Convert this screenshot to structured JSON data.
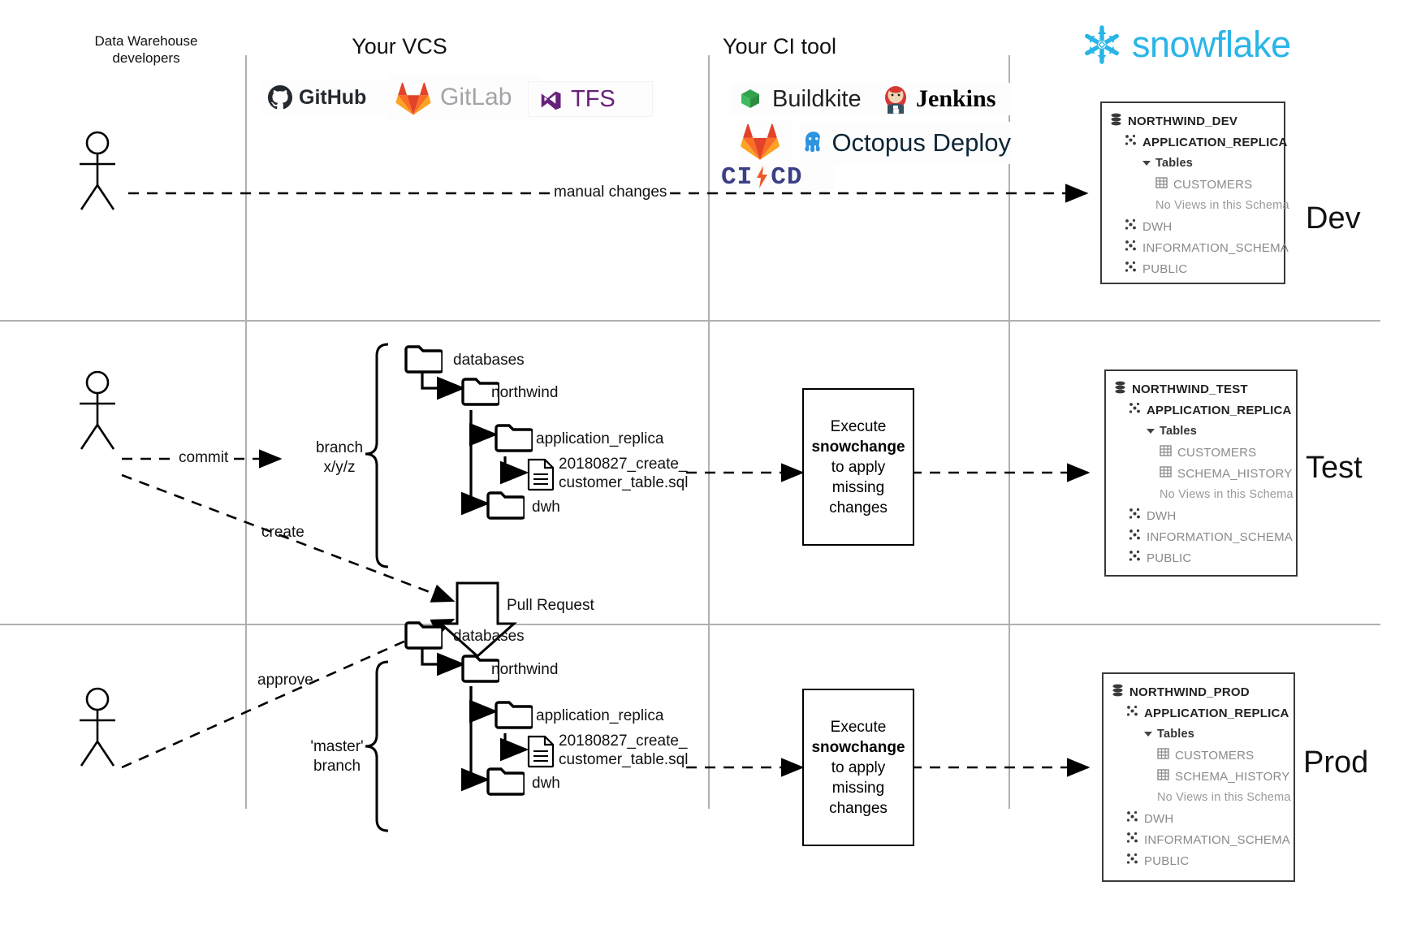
{
  "columns": {
    "developers": {
      "label_line1": "Data Warehouse",
      "label_line2": "developers"
    },
    "vcs": {
      "title": "Your VCS"
    },
    "ci": {
      "title": "Your CI tool"
    },
    "snowflake": {
      "title": "snowflake"
    }
  },
  "vcs_logos": [
    {
      "name": "github",
      "text": "GitHub"
    },
    {
      "name": "gitlab",
      "text": "GitLab"
    },
    {
      "name": "tfs",
      "text": "TFS"
    }
  ],
  "ci_logos": [
    {
      "name": "buildkite",
      "text": "Buildkite"
    },
    {
      "name": "jenkins",
      "text": "Jenkins"
    },
    {
      "name": "gitlab-ci",
      "text": ""
    },
    {
      "name": "octopus-deploy",
      "text": "Octopus Deploy"
    },
    {
      "name": "cicd",
      "text": "CI CD"
    }
  ],
  "environments": [
    {
      "name": "dev",
      "label": "Dev"
    },
    {
      "name": "test",
      "label": "Test"
    },
    {
      "name": "prod",
      "label": "Prod"
    }
  ],
  "edges": {
    "manual_changes": "manual changes",
    "commit": "commit",
    "create": "create",
    "approve": "approve",
    "pull_request": "Pull Request"
  },
  "branches": {
    "feature": {
      "line1": "branch",
      "line2": "x/y/z"
    },
    "master": {
      "line1": "'master'",
      "line2": "branch"
    }
  },
  "exec_box": {
    "line1": "Execute",
    "line2": "snowchange",
    "line3": "to apply",
    "line4": "missing",
    "line5": "changes"
  },
  "tree": {
    "databases": "databases",
    "northwind": "northwind",
    "application_replica": "application_replica",
    "sql_file_line1": "20180827_create_",
    "sql_file_line2": "customer_table.sql",
    "dwh": "dwh"
  },
  "databases": {
    "dev": {
      "root": "NORTHWIND_DEV",
      "schema": "APPLICATION_REPLICA",
      "tables_label": "Tables",
      "tables": [
        "CUSTOMERS"
      ],
      "no_views": "No Views in this Schema",
      "other_schemas": [
        "DWH",
        "INFORMATION_SCHEMA",
        "PUBLIC"
      ]
    },
    "test": {
      "root": "NORTHWIND_TEST",
      "schema": "APPLICATION_REPLICA",
      "tables_label": "Tables",
      "tables": [
        "CUSTOMERS",
        "SCHEMA_HISTORY"
      ],
      "no_views": "No Views in this Schema",
      "other_schemas": [
        "DWH",
        "INFORMATION_SCHEMA",
        "PUBLIC"
      ]
    },
    "prod": {
      "root": "NORTHWIND_PROD",
      "schema": "APPLICATION_REPLICA",
      "tables_label": "Tables",
      "tables": [
        "CUSTOMERS",
        "SCHEMA_HISTORY"
      ],
      "no_views": "No Views in this Schema",
      "other_schemas": [
        "DWH",
        "INFORMATION_SCHEMA",
        "PUBLIC"
      ]
    }
  },
  "colors": {
    "snowflake_blue": "#29B5E8",
    "gitlab_orange": "#FC6D26",
    "gitlab_gray": "#A2A3A6",
    "tfs_purple": "#68217A",
    "buildkite_green": "#30A44C",
    "octopus_blue": "#2F93E0",
    "cicd_navy": "#3B3F85",
    "divider": "#b0b0b0"
  }
}
